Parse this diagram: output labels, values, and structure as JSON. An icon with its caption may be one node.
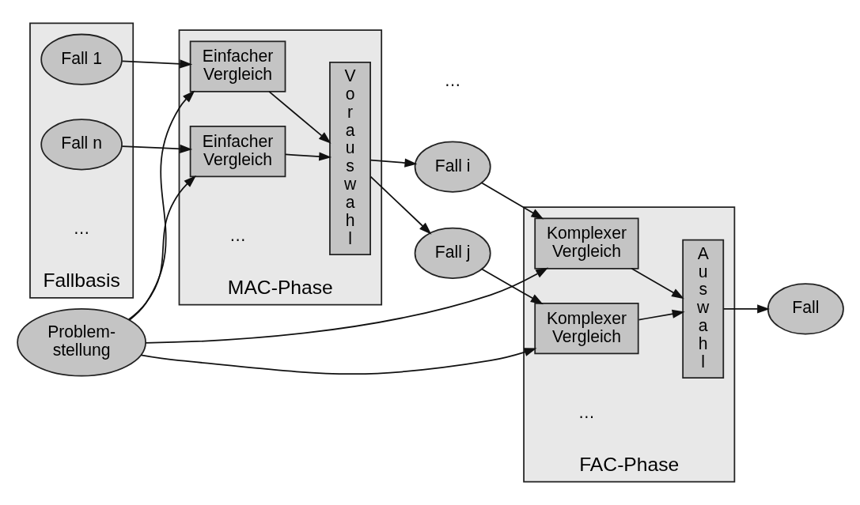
{
  "diagram": {
    "nodes": [
      {
        "text": [
          "Problem- stellung"
        ]
      },
      {
        "text": [
          "Fallbasis"
        ]
      },
      {
        "text": [
          "Fall 1"
        ],
        "in": 1
      },
      {
        "text": [
          "Fall n"
        ],
        "in": 1
      },
      {
        "text": [
          "MAC-Phase"
        ]
      },
      {
        "text": [
          "Einfacher Vergleich"
        ],
        "in": 4
      },
      {
        "text": [
          "Einfacher Vergleich"
        ],
        "in": 4
      },
      {
        "text": [
          "Vorauswahl"
        ],
        "in": 4
      },
      {
        "text": [
          "Fall i"
        ]
      },
      {
        "text": [
          "Fall j"
        ]
      },
      {
        "text": [
          "FAC-Phase"
        ]
      },
      {
        "text": [
          "Komplexer Vergleich"
        ],
        "in": 10
      },
      {
        "text": [
          "Komplexer Vergleich"
        ],
        "in": 10
      },
      {
        "text": [
          "Auswahl"
        ],
        "in": 10
      },
      {
        "text": [
          "Fall"
        ]
      }
    ],
    "edges": [
      {
        "from": 2,
        "to": 5,
        "arrow": "to"
      },
      {
        "from": 0,
        "to": 5,
        "arrow": "to"
      },
      {
        "from": 3,
        "to": 6,
        "arrow": "to"
      },
      {
        "from": 0,
        "to": 6,
        "arrow": "to"
      },
      {
        "from": 5,
        "to": 7,
        "arrow": "to"
      },
      {
        "from": 6,
        "to": 7,
        "arrow": "to"
      },
      {
        "from": 7,
        "to": 8,
        "arrow": "to"
      },
      {
        "from": 7,
        "to": 9,
        "arrow": "to"
      },
      {
        "from": 8,
        "to": 11,
        "arrow": "to"
      },
      {
        "from": 0,
        "to": 11,
        "arrow": "to"
      },
      {
        "from": 9,
        "to": 12,
        "arrow": "to"
      },
      {
        "from": 0,
        "to": 12,
        "arrow": "to"
      },
      {
        "from": 11,
        "to": 13,
        "arrow": "to"
      },
      {
        "from": 12,
        "to": 13,
        "arrow": "to"
      },
      {
        "from": 13,
        "to": 14,
        "arrow": "to"
      }
    ],
    "labels": [
      "…",
      "…",
      "…",
      "…"
    ]
  }
}
